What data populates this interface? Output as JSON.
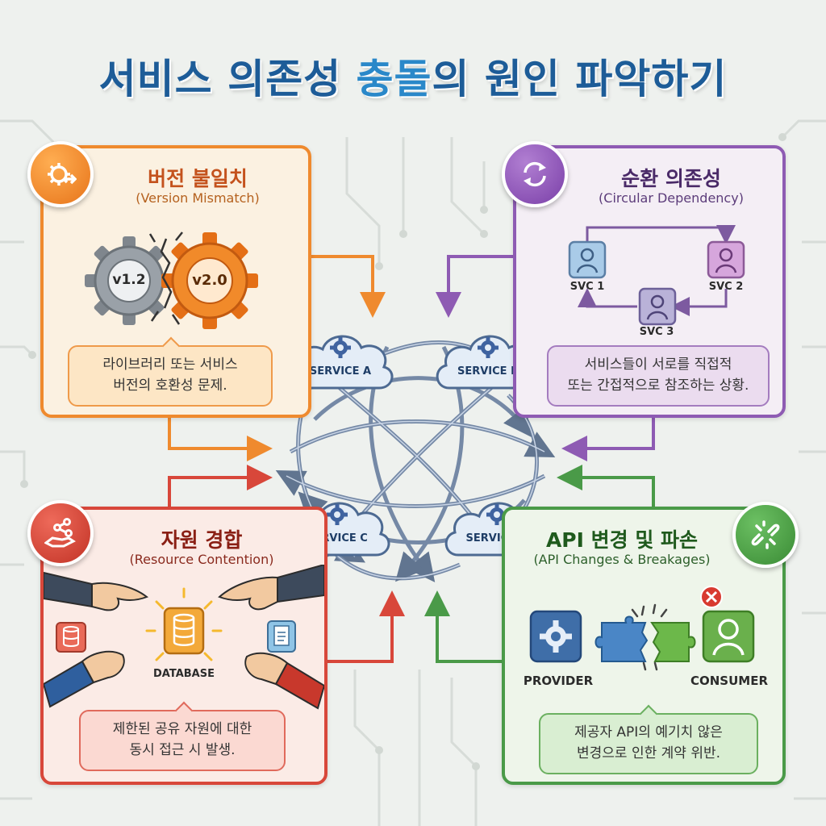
{
  "title": {
    "main": "서비스 의존성 ",
    "accent": "충돌",
    "rest": "의 원인 파악하기"
  },
  "version_mismatch": {
    "title": "버전 불일치",
    "subtitle": "(Version Mismatch)",
    "gear_left": "v1.2",
    "gear_right": "v2.0",
    "note_line1": "라이브러리 또는 서비스",
    "note_line2": "버전의 호환성 문제.",
    "color": "#ef8a2e",
    "icon": "gear-arrow-icon"
  },
  "circular_dependency": {
    "title": "순환 의존성",
    "subtitle": "(Circular Dependency)",
    "svc1": "SVC 1",
    "svc2": "SVC 2",
    "svc3": "SVC 3",
    "note_line1": "서비스들이 서로를 직접적",
    "note_line2": "또는 간접적으로 참조하는 상황.",
    "color": "#8e5bb3",
    "icon": "cycle-arrows-icon"
  },
  "resource_contention": {
    "title": "자원 경합",
    "subtitle": "(Resource Contention)",
    "database_label": "DATABASE",
    "note_line1": "제한된 공유 자원에 대한",
    "note_line2": "동시 접근 시 발생.",
    "color": "#d8473a",
    "icon": "share-hand-icon"
  },
  "api_changes": {
    "title": "API 변경 및 파손",
    "subtitle": "(API Changes & Breakages)",
    "provider": "PROVIDER",
    "consumer": "CONSUMER",
    "note_line1": "제공자 API의 예기치 않은",
    "note_line2": "변경으로 인한 계약 위반.",
    "color": "#4a9a48",
    "icon": "broken-link-icon"
  },
  "services": {
    "a": "SERVICE A",
    "b": "SERVICE B",
    "c": "SERVICE C",
    "d": "SERVICE D"
  }
}
